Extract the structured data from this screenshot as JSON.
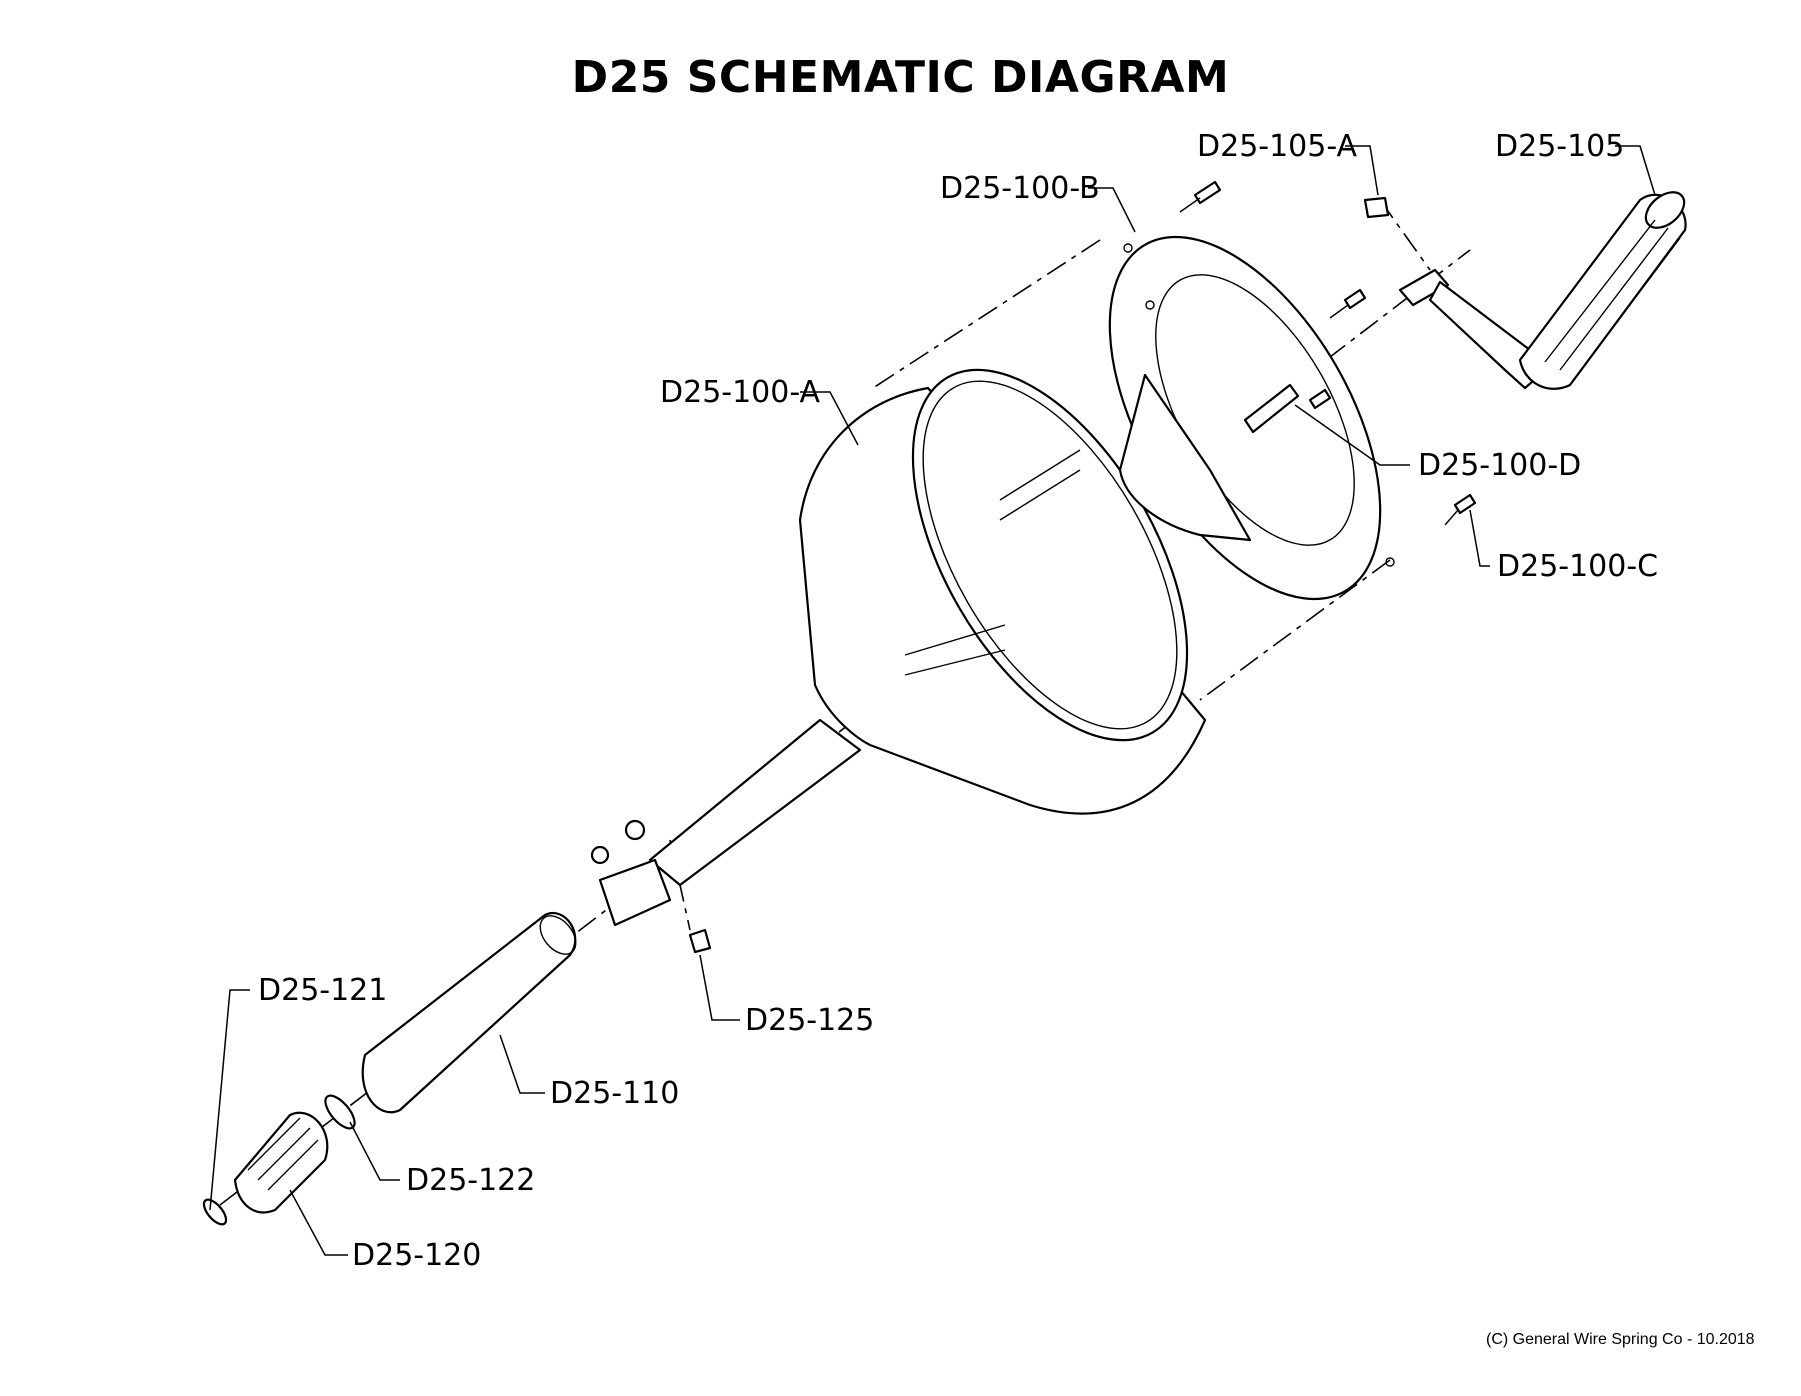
{
  "title": "D25 SCHEMATIC DIAGRAM",
  "copyright": "(C) General Wire Spring Co - 10.2018",
  "labels": {
    "d25_100_a": "D25-100-A",
    "d25_100_b": "D25-100-B",
    "d25_100_c": "D25-100-C",
    "d25_100_d": "D25-100-D",
    "d25_105": "D25-105",
    "d25_105_a": "D25-105-A",
    "d25_110": "D25-110",
    "d25_120": "D25-120",
    "d25_121": "D25-121",
    "d25_122": "D25-122",
    "d25_125": "D25-125"
  }
}
